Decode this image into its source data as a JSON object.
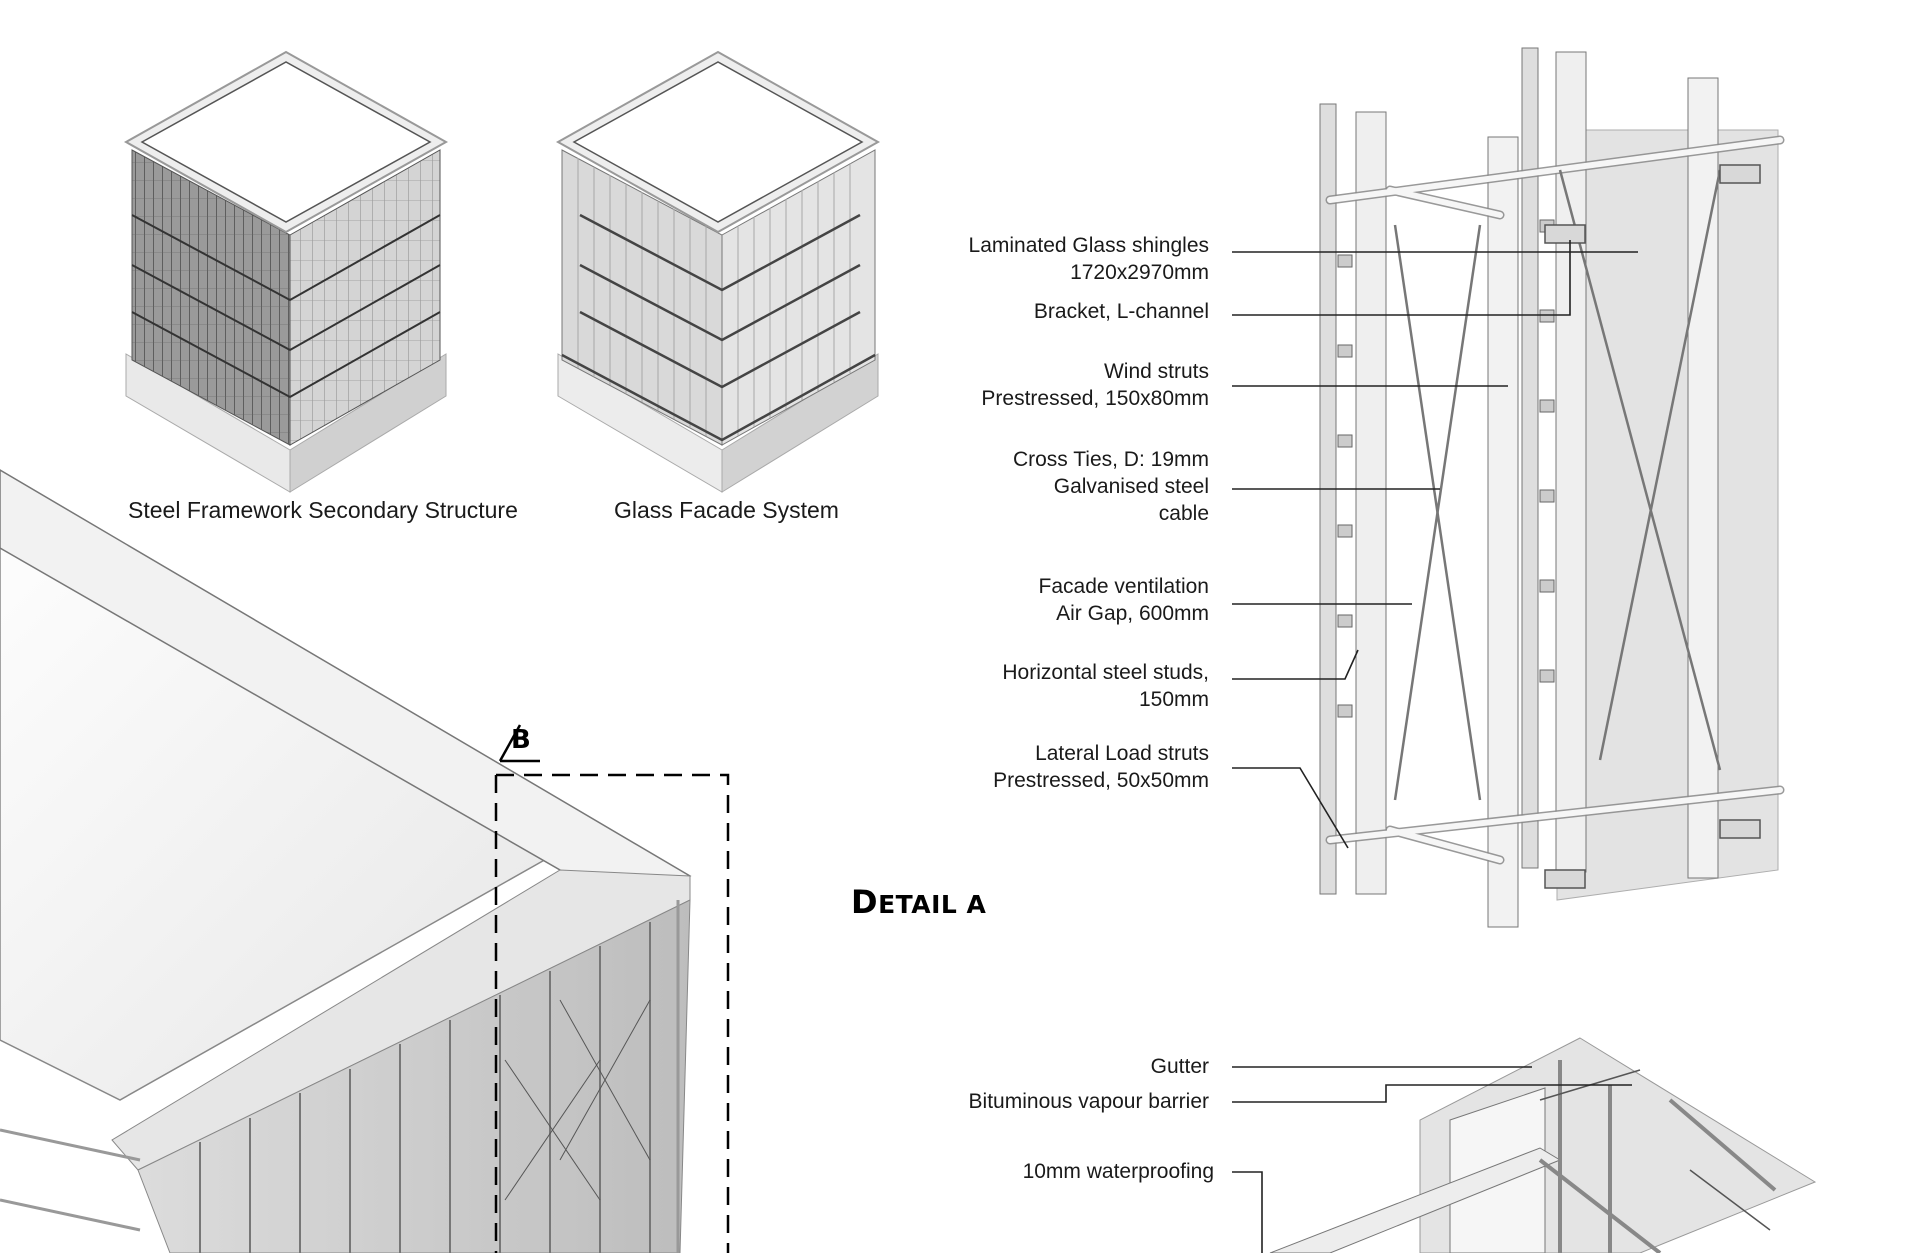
{
  "captions": {
    "steel_framework": "Steel Framework Secondary Structure",
    "glass_facade": "Glass Facade System"
  },
  "detail_a": {
    "title_initial": "D",
    "title_rest": "ETAIL A",
    "labels": [
      {
        "lines": [
          "Laminated Glass shingles",
          "1720x2970mm"
        ]
      },
      {
        "lines": [
          "Bracket, L-channel"
        ]
      },
      {
        "lines": [
          "Wind struts",
          "Prestressed, 150x80mm"
        ]
      },
      {
        "lines": [
          "Cross Ties, D: 19mm",
          "Galvanised steel",
          "cable "
        ]
      },
      {
        "lines": [
          "Facade ventilation",
          "Air Gap, 600mm"
        ]
      },
      {
        "lines": [
          "Horizontal steel studs, ",
          "150mm"
        ]
      },
      {
        "lines": [
          "Lateral Load struts",
          "Prestressed, 50x50mm"
        ]
      }
    ]
  },
  "detail_b": {
    "section_marker": "B",
    "labels": [
      {
        "lines": [
          "Gutter"
        ]
      },
      {
        "lines": [
          "Bituminous vapour barrier"
        ]
      },
      {
        "lines": [
          "10mm waterproofing"
        ]
      }
    ]
  }
}
